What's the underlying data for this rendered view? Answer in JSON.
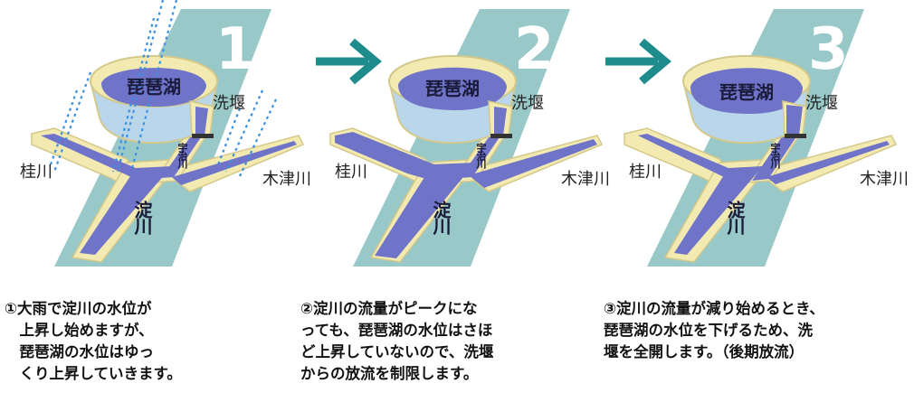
{
  "colors": {
    "background_band": "#98c8c8",
    "water": "#6f74c8",
    "water_light": "#b9d6ea",
    "bank": "#f2eab0",
    "bank_shadow": "#d4c98a",
    "arrow": "#1e8c8c",
    "rain": "#3a8fe0"
  },
  "labels": {
    "lake": "琵琶湖",
    "weir": "洗堰",
    "katsura": "桂川",
    "kizu": "木津川",
    "uji": "宇治川",
    "yodo": "淀川"
  },
  "panels": [
    {
      "number": "1",
      "caption_lines": [
        "①大雨で淀川の水位が",
        "　上昇し始めますが、",
        "　琵琶湖の水位はゆっ",
        "　くり上昇していきます。"
      ]
    },
    {
      "number": "2",
      "caption_lines": [
        "②淀川の流量がピークにな",
        "っても、琵琶湖の水位はさほ",
        "ど上昇していないので、洗堰",
        "からの放流を制限します。"
      ]
    },
    {
      "number": "3",
      "caption_lines": [
        "③淀川の流量が減り始めるとき、",
        "琵琶湖の水位を下げるため、洗",
        "堰を全開します。（後期放流）"
      ]
    }
  ],
  "arrows": [
    {
      "from": "1",
      "to": "2",
      "icon": "arrow-right-icon"
    },
    {
      "from": "2",
      "to": "3",
      "icon": "arrow-right-icon"
    }
  ]
}
